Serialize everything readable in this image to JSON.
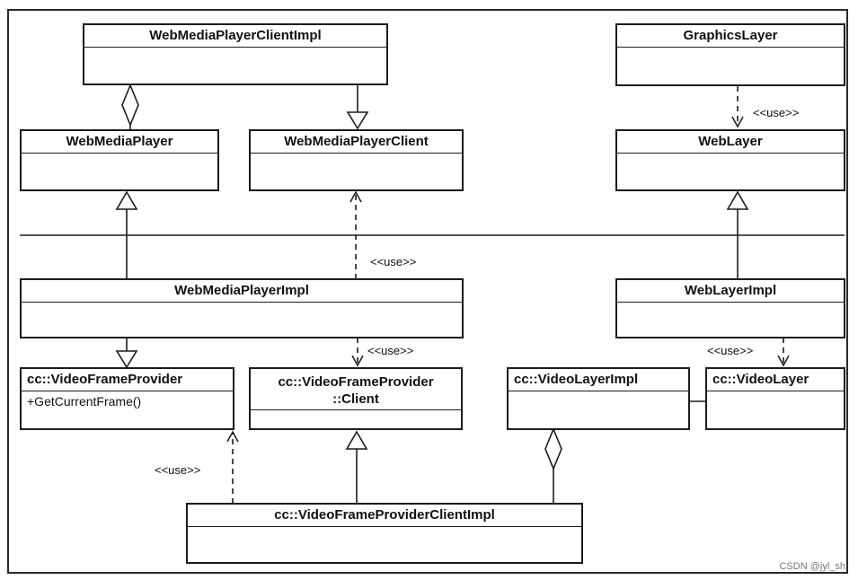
{
  "classes": {
    "wmpci": {
      "name": "WebMediaPlayerClientImpl",
      "members": []
    },
    "graphics_layer": {
      "name": "GraphicsLayer",
      "members": []
    },
    "wmp": {
      "name": "WebMediaPlayer",
      "members": []
    },
    "wmpc": {
      "name": "WebMediaPlayerClient",
      "members": []
    },
    "web_layer": {
      "name": "WebLayer",
      "members": []
    },
    "wmp_impl": {
      "name": "WebMediaPlayerImpl",
      "members": []
    },
    "web_layer_impl": {
      "name": "WebLayerImpl",
      "members": []
    },
    "vfp": {
      "name": "cc::VideoFrameProvider",
      "members": [
        "+GetCurrentFrame()"
      ]
    },
    "vfp_client": {
      "name": "cc::VideoFrameProvider\n::Client",
      "members": []
    },
    "video_layer_impl": {
      "name": "cc::VideoLayerImpl",
      "members": []
    },
    "video_layer": {
      "name": "cc::VideoLayer",
      "members": []
    },
    "vfp_client_impl": {
      "name": "cc::VideoFrameProviderClientImpl",
      "members": []
    }
  },
  "stereotypes": {
    "use": "<<use>>"
  },
  "watermark": "CSDN @jyl_sh",
  "colors": {
    "line": "#1c1c1c",
    "background": "#ffffff"
  }
}
